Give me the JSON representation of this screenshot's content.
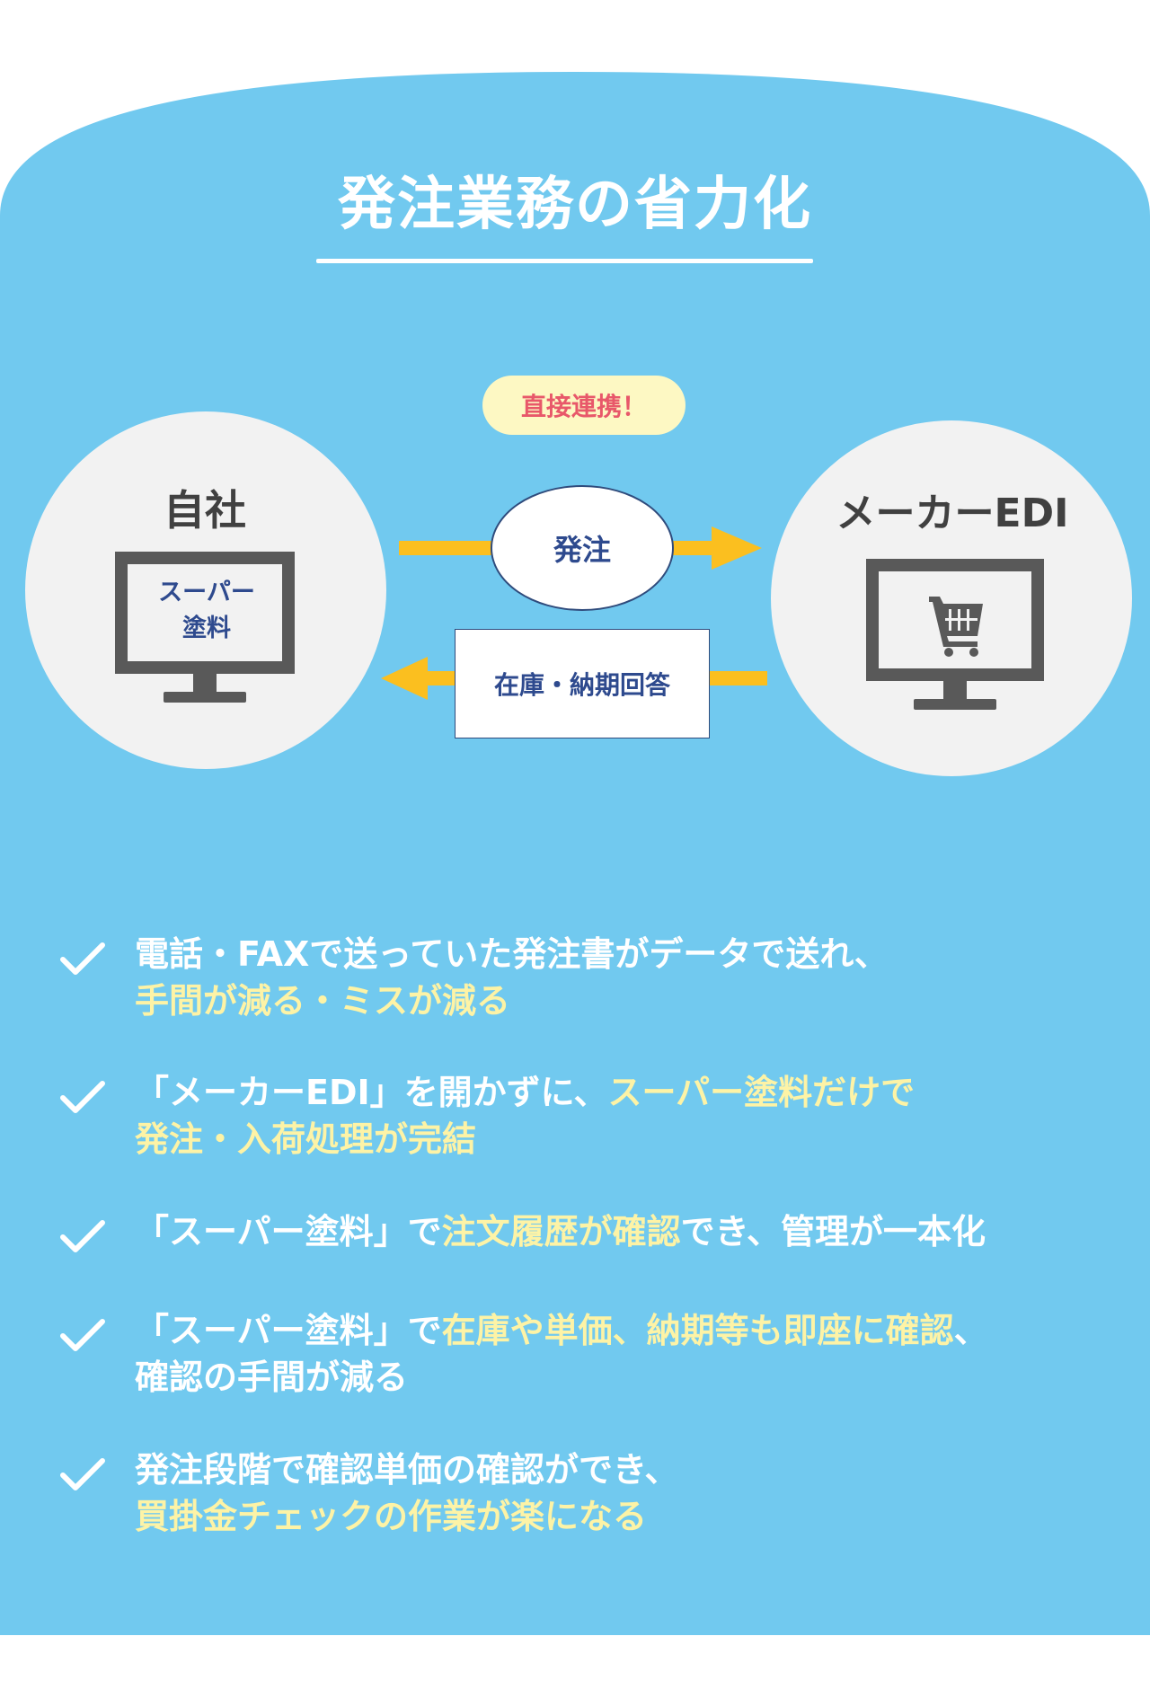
{
  "title": "発注業務の省力化",
  "badge": "直接連携！",
  "left": {
    "label": "自社",
    "screen_line1": "スーパー",
    "screen_line2": "塗料"
  },
  "right": {
    "label": "メーカーEDI",
    "icon": "shopping-cart-icon"
  },
  "flow": {
    "order": "発注",
    "response": "在庫・納期回答"
  },
  "colors": {
    "background": "#71c9ef",
    "circle": "#f2f2f2",
    "arrow": "#fbbf1f",
    "badge_bg": "#fdf8c3",
    "badge_text": "#e8586a",
    "highlight": "#fdf3a6",
    "monitor": "#595959"
  },
  "benefits": [
    {
      "line1": [
        {
          "t": "電話・FAXで送っていた発注書がデータで送れ、",
          "c": "w"
        }
      ],
      "line2": [
        {
          "t": "手間が減る・ミスが減る",
          "c": "y"
        }
      ]
    },
    {
      "line1": [
        {
          "t": "「メーカーEDI」を開かずに、",
          "c": "w"
        },
        {
          "t": "スーパー塗料だけで",
          "c": "y"
        }
      ],
      "line2": [
        {
          "t": "発注・入荷処理が完結",
          "c": "y"
        }
      ]
    },
    {
      "line1": [
        {
          "t": "「スーパー塗料」で",
          "c": "w"
        },
        {
          "t": "注文履歴が確認",
          "c": "y"
        },
        {
          "t": "でき、管理が一本化",
          "c": "w"
        }
      ],
      "line2": []
    },
    {
      "line1": [
        {
          "t": "「スーパー塗料」で",
          "c": "w"
        },
        {
          "t": "在庫や単価、納期等も即座に確認",
          "c": "y"
        },
        {
          "t": "、",
          "c": "w"
        }
      ],
      "line2": [
        {
          "t": "確認の手間が減る",
          "c": "w"
        }
      ]
    },
    {
      "line1": [
        {
          "t": "発注段階で確認単価の確認ができ、",
          "c": "w"
        }
      ],
      "line2": [
        {
          "t": "買掛金チェックの作業が楽になる",
          "c": "y"
        }
      ]
    }
  ]
}
